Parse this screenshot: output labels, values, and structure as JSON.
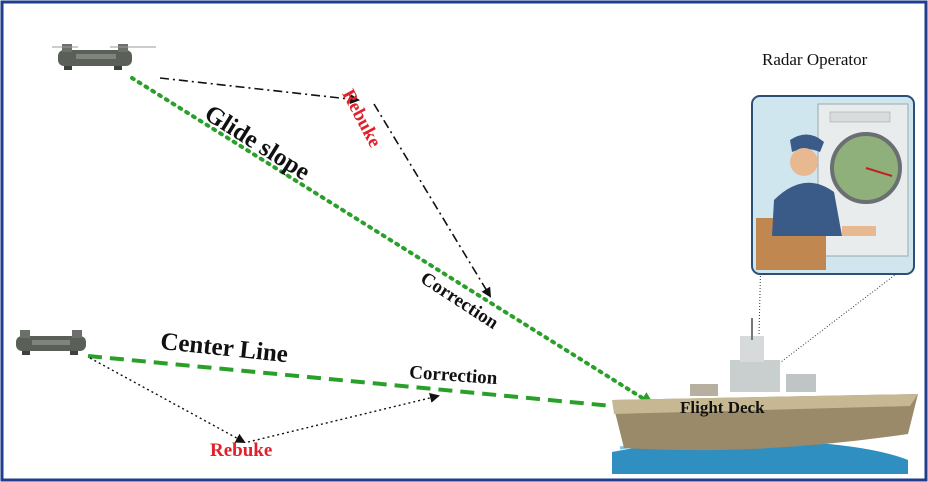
{
  "labels": {
    "radar_operator": "Radar Operator",
    "rebuke_top": "Rebuke",
    "glide_slope": "Glide slope",
    "correction_top": "Correction",
    "center_line": "Center Line",
    "correction_bottom": "Correction",
    "rebuke_bottom": "Rebuke",
    "flight_deck": "Flight Deck"
  },
  "colors": {
    "border": "#1f3e8e",
    "rebuke": "#e0202a",
    "guide_path": "#2aa02a",
    "deviation_path": "#111111",
    "sky": "#cfe6ee",
    "sea": "#2f8fc0"
  },
  "icons": [
    "helicopter-icon",
    "helicopter-icon",
    "aircraft-carrier-icon",
    "radar-operator-icon"
  ]
}
